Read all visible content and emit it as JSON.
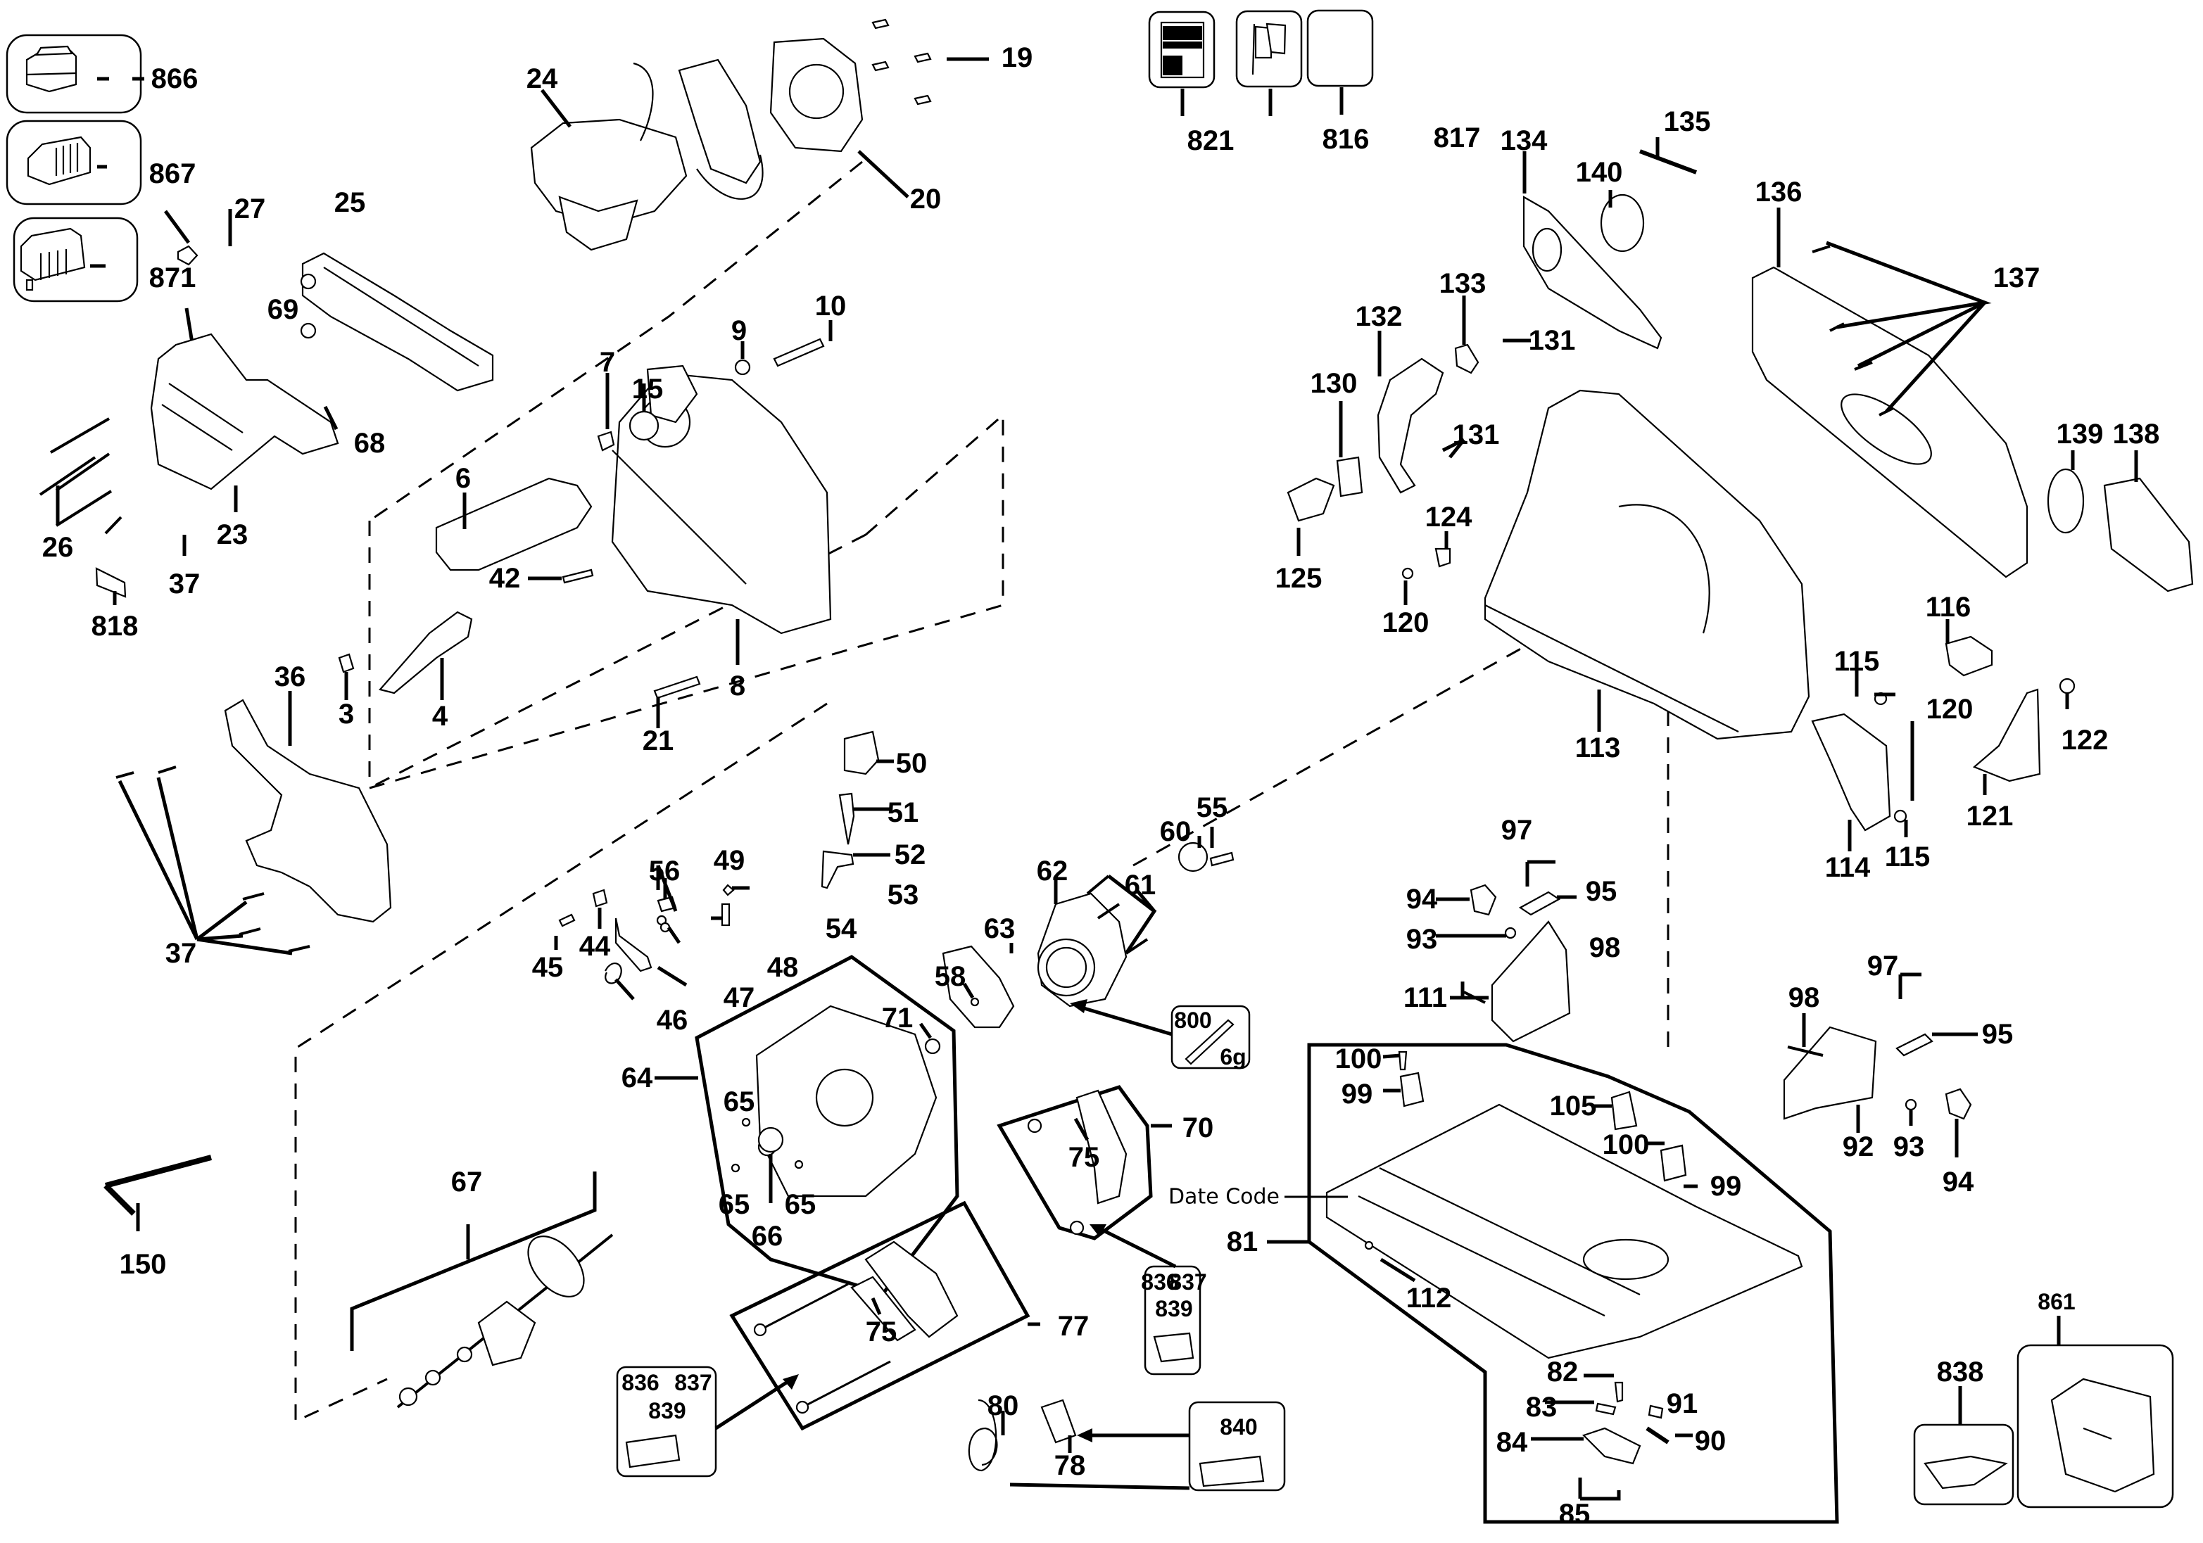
{
  "diagram": {
    "title": "Exploded parts diagram - cordless plunge/track saw",
    "accent_color": "#000000",
    "background_color": "#ffffff",
    "date_code_label": "Date Code",
    "kit_boxes": {
      "battery": "866",
      "charger": "867",
      "battery_pack": "871",
      "manual": "821",
      "flag_label": "816",
      "blank_label": "817",
      "grease_part": "800",
      "grease_qty": "6g",
      "tray_a": [
        "836",
        "837",
        "839"
      ],
      "tray_b": [
        "836",
        "837",
        "839"
      ],
      "tray_840": "840",
      "tray_838": "838",
      "case_861": "861"
    },
    "labels": [
      {
        "id": "p866",
        "text": "866"
      },
      {
        "id": "p867",
        "text": "867"
      },
      {
        "id": "p871",
        "text": "871"
      },
      {
        "id": "p24",
        "text": "24"
      },
      {
        "id": "p19",
        "text": "19"
      },
      {
        "id": "p20",
        "text": "20"
      },
      {
        "id": "p27",
        "text": "27"
      },
      {
        "id": "p25",
        "text": "25"
      },
      {
        "id": "p69",
        "text": "69"
      },
      {
        "id": "p68",
        "text": "68"
      },
      {
        "id": "p9",
        "text": "9"
      },
      {
        "id": "p10",
        "text": "10"
      },
      {
        "id": "p7",
        "text": "7"
      },
      {
        "id": "p15",
        "text": "15"
      },
      {
        "id": "p6",
        "text": "6"
      },
      {
        "id": "p42",
        "text": "42"
      },
      {
        "id": "p26",
        "text": "26"
      },
      {
        "id": "p23",
        "text": "23"
      },
      {
        "id": "p37a",
        "text": "37"
      },
      {
        "id": "p818",
        "text": "818"
      },
      {
        "id": "p8",
        "text": "8"
      },
      {
        "id": "p3",
        "text": "3"
      },
      {
        "id": "p4",
        "text": "4"
      },
      {
        "id": "p21",
        "text": "21"
      },
      {
        "id": "p36",
        "text": "36"
      },
      {
        "id": "p37b",
        "text": "37"
      },
      {
        "id": "p821",
        "text": "821"
      },
      {
        "id": "p816",
        "text": "816"
      },
      {
        "id": "p817",
        "text": "817"
      },
      {
        "id": "p134",
        "text": "134"
      },
      {
        "id": "p135",
        "text": "135"
      },
      {
        "id": "p140",
        "text": "140"
      },
      {
        "id": "p136",
        "text": "136"
      },
      {
        "id": "p137",
        "text": "137"
      },
      {
        "id": "p133",
        "text": "133"
      },
      {
        "id": "p132",
        "text": "132"
      },
      {
        "id": "p131a",
        "text": "131"
      },
      {
        "id": "p130",
        "text": "130"
      },
      {
        "id": "p131b",
        "text": "131"
      },
      {
        "id": "p125",
        "text": "125"
      },
      {
        "id": "p124",
        "text": "124"
      },
      {
        "id": "p120a",
        "text": "120"
      },
      {
        "id": "p139",
        "text": "139"
      },
      {
        "id": "p138",
        "text": "138"
      },
      {
        "id": "p116",
        "text": "116"
      },
      {
        "id": "p115a",
        "text": "115"
      },
      {
        "id": "p120b",
        "text": "120"
      },
      {
        "id": "p122",
        "text": "122"
      },
      {
        "id": "p113",
        "text": "113"
      },
      {
        "id": "p114",
        "text": "114"
      },
      {
        "id": "p115b",
        "text": "115"
      },
      {
        "id": "p121",
        "text": "121"
      },
      {
        "id": "p50",
        "text": "50"
      },
      {
        "id": "p51",
        "text": "51"
      },
      {
        "id": "p52",
        "text": "52"
      },
      {
        "id": "p53",
        "text": "53"
      },
      {
        "id": "p54",
        "text": "54"
      },
      {
        "id": "p56",
        "text": "56"
      },
      {
        "id": "p49",
        "text": "49"
      },
      {
        "id": "p48",
        "text": "48"
      },
      {
        "id": "p45",
        "text": "45"
      },
      {
        "id": "p44",
        "text": "44"
      },
      {
        "id": "p46",
        "text": "46"
      },
      {
        "id": "p47",
        "text": "47"
      },
      {
        "id": "p55",
        "text": "55"
      },
      {
        "id": "p60",
        "text": "60"
      },
      {
        "id": "p61",
        "text": "61"
      },
      {
        "id": "p62",
        "text": "62"
      },
      {
        "id": "p63",
        "text": "63"
      },
      {
        "id": "p58",
        "text": "58"
      },
      {
        "id": "p71",
        "text": "71"
      },
      {
        "id": "p64",
        "text": "64"
      },
      {
        "id": "p65a",
        "text": "65"
      },
      {
        "id": "p65b",
        "text": "65"
      },
      {
        "id": "p65c",
        "text": "65"
      },
      {
        "id": "p66",
        "text": "66"
      },
      {
        "id": "p70",
        "text": "70"
      },
      {
        "id": "p75a",
        "text": "75"
      },
      {
        "id": "p67",
        "text": "67"
      },
      {
        "id": "p150",
        "text": "150"
      },
      {
        "id": "p75b",
        "text": "75"
      },
      {
        "id": "p77",
        "text": "77"
      },
      {
        "id": "p80",
        "text": "80"
      },
      {
        "id": "p78",
        "text": "78"
      },
      {
        "id": "p97a",
        "text": "97"
      },
      {
        "id": "p95a",
        "text": "95"
      },
      {
        "id": "p94a",
        "text": "94"
      },
      {
        "id": "p93a",
        "text": "93"
      },
      {
        "id": "p98a",
        "text": "98"
      },
      {
        "id": "p111",
        "text": "111"
      },
      {
        "id": "p97b",
        "text": "97"
      },
      {
        "id": "p95b",
        "text": "95"
      },
      {
        "id": "p98b",
        "text": "98"
      },
      {
        "id": "p92",
        "text": "92"
      },
      {
        "id": "p93b",
        "text": "93"
      },
      {
        "id": "p94b",
        "text": "94"
      },
      {
        "id": "p100a",
        "text": "100"
      },
      {
        "id": "p99a",
        "text": "99"
      },
      {
        "id": "p105",
        "text": "105"
      },
      {
        "id": "p100b",
        "text": "100"
      },
      {
        "id": "p99b",
        "text": "99"
      },
      {
        "id": "p81",
        "text": "81"
      },
      {
        "id": "p112",
        "text": "112"
      },
      {
        "id": "p82",
        "text": "82"
      },
      {
        "id": "p83",
        "text": "83"
      },
      {
        "id": "p91",
        "text": "91"
      },
      {
        "id": "p84",
        "text": "84"
      },
      {
        "id": "p90",
        "text": "90"
      },
      {
        "id": "p85",
        "text": "85"
      }
    ]
  }
}
